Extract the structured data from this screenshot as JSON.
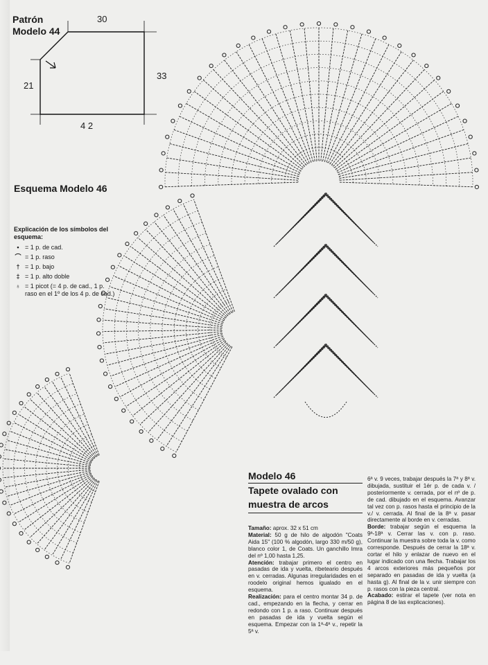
{
  "patron": {
    "line1": "Patrón",
    "line2": "Modelo 44",
    "dim_top": "30",
    "dim_left": "21",
    "dim_right": "33",
    "dim_bottom": "4 2"
  },
  "esquema_title": "Esquema Modelo 46",
  "legend": {
    "heading": "Explicación de los símbolos del esquema:",
    "items": [
      {
        "symbol": "•",
        "text": "= 1 p. de cad."
      },
      {
        "symbol": "⌒",
        "text": "= 1 p. raso"
      },
      {
        "symbol": "†",
        "text": "= 1 p. bajo"
      },
      {
        "symbol": "‡",
        "text": "= 1 p. alto doble"
      },
      {
        "symbol": "♁",
        "text": "= 1 picot (= 4 p. de cad., 1 p. raso en el 1º de los 4 p. de cad.)"
      }
    ]
  },
  "article": {
    "model": "Modelo 46",
    "title1": "Tapete ovalado con",
    "title2": "muestra de arcos",
    "col1": [
      {
        "label": "Tamaño:",
        "text": " aprox. 32 x 51 cm"
      },
      {
        "label": "Material:",
        "text": " 50 g de hilo de algodón \"Coats Aida 15\" (100 % algodón, largo 330 m/50 g), blanco color 1, de Coats. Un ganchillo Imra del nº 1,00 hasta 1,25."
      },
      {
        "label": "Atención:",
        "text": " trabajar primero el centro en pasadas de ida y vuelta, ribeteario después en v. cerradas. Algunas irregularidades en el roodelo original hemos igualado en el esquema."
      },
      {
        "label": "Realización:",
        "text": " para el centro montar 34 p. de cad., empezando en la flecha, y cerrar en redondo con 1 p. a raso. Continuar después en pasadas de ida y vuelta según el esquema. Empezar con la 1ª-4ª v., repetir la 5ª v."
      }
    ],
    "col2": [
      {
        "label": "",
        "text": "6ª v. 9 veces, trabajar después la 7ª y 8ª v. dibujada, sustituir el 1ér p. de cada v. / posteriormente v. cerrada, por el nº de p. de cad. dibujado en el esquema. Avanzar tal vez con p. rasos hasta el principio de la v./ v. cerrada. Al final de la 8ª v. pasar directamente al borde en v. cerradas."
      },
      {
        "label": "Borde:",
        "text": " trabajar según el esquema la 9ª-18ª v. Cerrar las v. con p. raso. Continuar la muestra sobre toda la v. como corresponde. Después de cerrar la 18ª v. cortar el hilo y enlazar de nuevo en el lugar indicado con una flecha. Trabajar los 4 arcos exteriores más pequeños por separado en pasadas de ida y vuelta (a hasta g). Al final de la v. unir siempre con p. rasos con la pieza central."
      },
      {
        "label": "Acabado:",
        "text": " estirar el tapete (ver nota en página 8 de las explicaciones)."
      }
    ]
  },
  "colors": {
    "ink": "#1a1a1a",
    "paper": "#efefed"
  }
}
